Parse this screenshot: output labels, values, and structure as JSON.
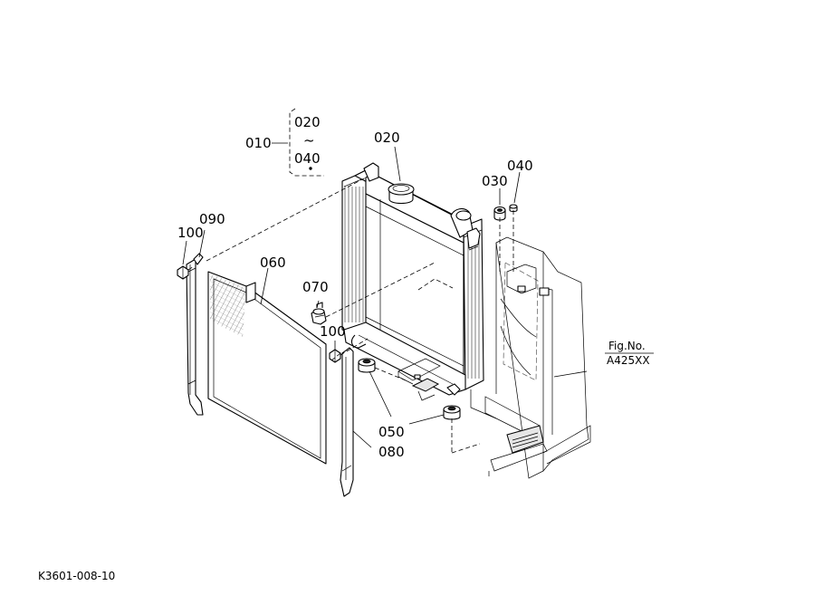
{
  "diagram": {
    "callouts": {
      "c010": "010",
      "c020_range_top": "020",
      "c_range_tilde": "~",
      "c040_range_bottom": "040",
      "c020": "020",
      "c030": "030",
      "c040": "040",
      "c050": "050",
      "c060": "060",
      "c070": "070",
      "c080": "080",
      "c090": "090",
      "c100_left": "100",
      "c100_right": "100"
    },
    "figure_ref": {
      "line1": "Fig.No.",
      "line2": "A425XX"
    },
    "drawing_number": "K3601-008-10"
  }
}
